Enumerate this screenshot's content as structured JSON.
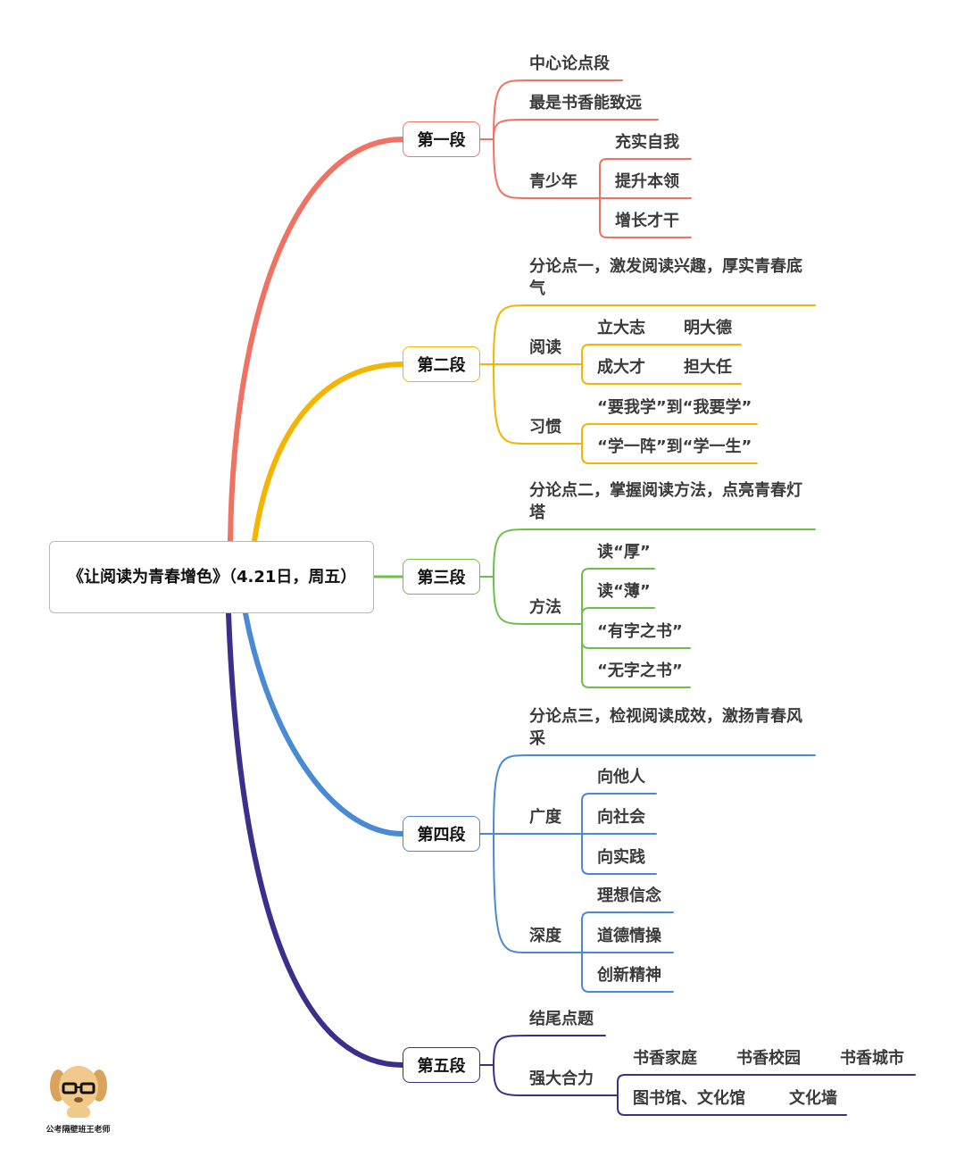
{
  "root": {
    "title": "《让阅读为青春增色》（4.21日，周五）"
  },
  "sections": [
    {
      "label": "第一段",
      "color": "#f07263",
      "children": [
        {
          "labels": [
            "中心论点段"
          ]
        },
        {
          "labels": [
            "最是书香能致远"
          ]
        },
        {
          "labels": [
            "青少年"
          ],
          "children": [
            {
              "labels": [
                "充实自我"
              ]
            },
            {
              "labels": [
                "提升本领"
              ]
            },
            {
              "labels": [
                "增长才干"
              ]
            }
          ]
        }
      ]
    },
    {
      "label": "第二段",
      "color": "#f4b400",
      "children": [
        {
          "labels": [
            "分论点一，激发阅读兴趣，厚实青春底气"
          ]
        },
        {
          "labels": [
            "阅读"
          ],
          "children": [
            {
              "labels": [
                "立大志",
                "明大德"
              ]
            },
            {
              "labels": [
                "成大才",
                "担大任"
              ]
            }
          ]
        },
        {
          "labels": [
            "习惯"
          ],
          "children": [
            {
              "labels": [
                "“要我学”到“我要学”"
              ]
            },
            {
              "labels": [
                "“学一阵”到“学一生”"
              ]
            }
          ]
        }
      ]
    },
    {
      "label": "第三段",
      "color": "#6cc04a",
      "children": [
        {
          "labels": [
            "分论点二，掌握阅读方法，点亮青春灯塔"
          ]
        },
        {
          "labels": [
            "方法"
          ],
          "children": [
            {
              "labels": [
                "读“厚”"
              ]
            },
            {
              "labels": [
                "读“薄”"
              ]
            },
            {
              "labels": [
                "“有字之书”"
              ]
            },
            {
              "labels": [
                "“无字之书”"
              ]
            }
          ]
        }
      ]
    },
    {
      "label": "第四段",
      "color": "#4a8ad4",
      "children": [
        {
          "labels": [
            "分论点三，检视阅读成效，激扬青春风采"
          ]
        },
        {
          "labels": [
            "广度"
          ],
          "children": [
            {
              "labels": [
                "向他人"
              ]
            },
            {
              "labels": [
                "向社会"
              ]
            },
            {
              "labels": [
                "向实践"
              ]
            }
          ]
        },
        {
          "labels": [
            "深度"
          ],
          "children": [
            {
              "labels": [
                "理想信念"
              ]
            },
            {
              "labels": [
                "道德情操"
              ]
            },
            {
              "labels": [
                "创新精神"
              ]
            }
          ]
        }
      ]
    },
    {
      "label": "第五段",
      "color": "#3b2f8c",
      "children": [
        {
          "labels": [
            "结尾点题"
          ]
        },
        {
          "labels": [
            "强大合力"
          ],
          "children": [
            {
              "labels": [
                "书香家庭",
                "书香校园",
                "书香城市"
              ]
            },
            {
              "labels": [
                "图书馆、文化馆",
                "文化墙"
              ]
            }
          ]
        }
      ]
    }
  ],
  "watermark": {
    "text": "公考隔壁班王老师"
  }
}
